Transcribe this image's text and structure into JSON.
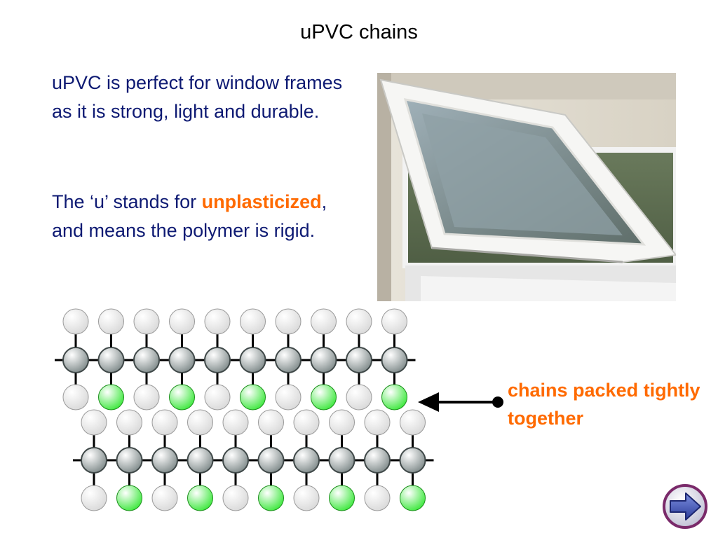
{
  "slide": {
    "title": "uPVC chains",
    "paragraph1": "uPVC is perfect for window frames as it is strong, light and durable.",
    "paragraph2_before": "The ‘u’ stands for ",
    "paragraph2_highlight": "unplasticized",
    "paragraph2_after": ", and means the polymer is rigid.",
    "callout": "chains packed tightly together"
  },
  "diagram": {
    "chains": [
      {
        "bottom_pattern": [
          "H",
          "Cl",
          "H",
          "Cl",
          "H",
          "Cl",
          "H",
          "Cl",
          "H",
          "Cl"
        ]
      },
      {
        "bottom_pattern": [
          "H",
          "Cl",
          "H",
          "Cl",
          "H",
          "Cl",
          "H",
          "Cl",
          "H",
          "Cl"
        ]
      }
    ],
    "colors": {
      "carbon": "#7f8a8a",
      "hydrogen": "#d9d9d9",
      "chlorine": "#3ee83e",
      "highlight_text": "#ff6a00",
      "body_text": "#0e1a73"
    }
  },
  "photo": {
    "subject": "open white uPVC window"
  },
  "navigation": {
    "icon": "next-arrow-icon"
  }
}
